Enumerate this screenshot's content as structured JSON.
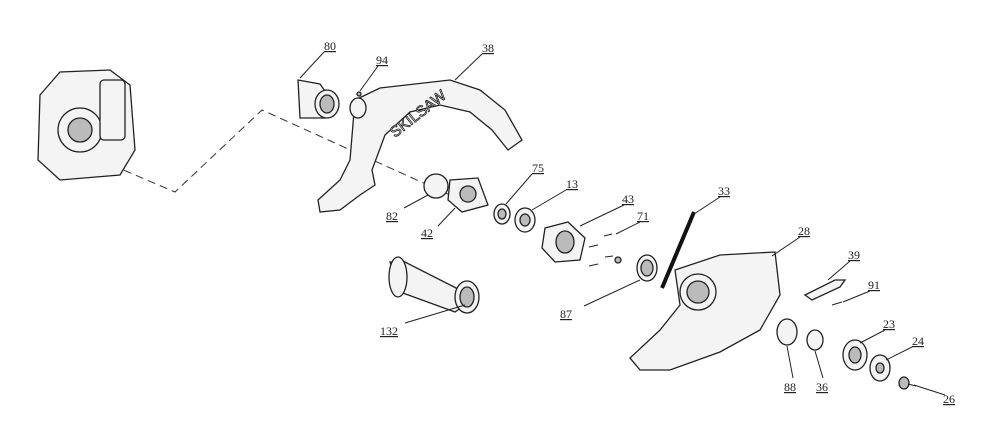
{
  "diagram": {
    "brand_text": "SKILSAW",
    "parts": {
      "p80": "80",
      "p94": "94",
      "p38": "38",
      "p75": "75",
      "p13": "13",
      "p43": "43",
      "p33": "33",
      "p71": "71",
      "p82": "82",
      "p42": "42",
      "p28": "28",
      "p39": "39",
      "p91": "91",
      "p87": "87",
      "p132": "132",
      "p23": "23",
      "p24": "24",
      "p88": "88",
      "p36": "36",
      "p26": "26"
    }
  }
}
